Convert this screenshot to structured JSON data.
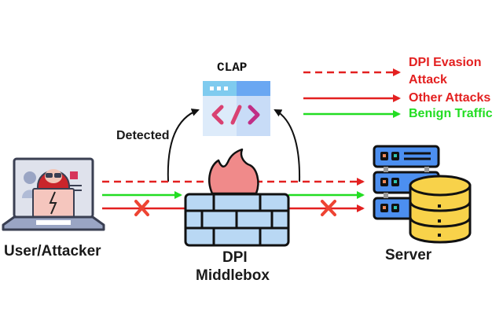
{
  "diagram": {
    "title_component": "CLAP",
    "detected_label": "Detected",
    "nodes": {
      "user": {
        "label": "User/Attacker"
      },
      "middlebox": {
        "label_line1": "DPI",
        "label_line2": "Middlebox"
      },
      "server": {
        "label": "Server"
      }
    },
    "legend": [
      {
        "style": "dashed",
        "color": "#e32020",
        "label_line1": "DPI Evasion",
        "label_line2": "Attack"
      },
      {
        "style": "solid",
        "color": "#e32020",
        "label_line1": "Other Attacks"
      },
      {
        "style": "solid",
        "color": "#22dd22",
        "label_line1": "Benign Traffic"
      }
    ],
    "flows": [
      {
        "type": "DPI Evasion Attack",
        "from": "User/Attacker",
        "to": "Server",
        "passes_middlebox": true,
        "detected_by": "CLAP"
      },
      {
        "type": "Benign Traffic",
        "from": "User/Attacker",
        "to": "Server",
        "passes_middlebox": true
      },
      {
        "type": "Other Attacks",
        "from": "User/Attacker",
        "to": "Server",
        "blocked": true
      }
    ],
    "colors": {
      "attack_red": "#e32020",
      "benign_green": "#22dd22",
      "block_x": "#ee4433",
      "firewall_fill": "#b9d8f4",
      "flame_fill": "#f08a8a",
      "db_fill": "#f8d24a",
      "rack_fill": "#4c8ff0",
      "clap_code": "#d94272"
    }
  }
}
